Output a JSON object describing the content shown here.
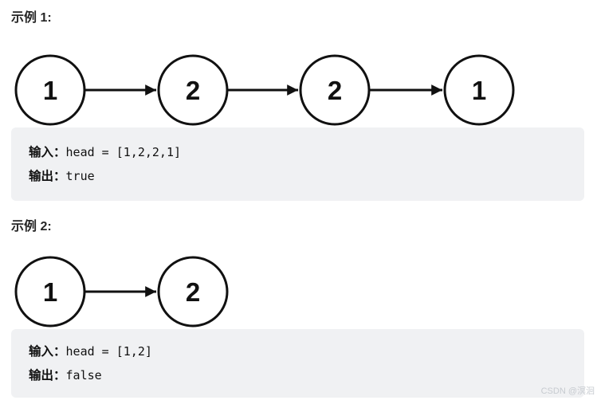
{
  "examples": [
    {
      "title": "示例 1:",
      "diagram": {
        "type": "linked-list",
        "direction": "left-to-right"
      },
      "nodes": [
        "1",
        "2",
        "2",
        "1"
      ],
      "io": {
        "input_label": "输入：",
        "input_value": "head = [1,2,2,1]",
        "output_label": "输出：",
        "output_value": "true"
      }
    },
    {
      "title": "示例 2:",
      "diagram": {
        "type": "linked-list",
        "direction": "left-to-right"
      },
      "nodes": [
        "1",
        "2"
      ],
      "io": {
        "input_label": "输入：",
        "input_value": "head = [1,2]",
        "output_label": "输出：",
        "output_value": "false"
      }
    }
  ],
  "watermark": "CSDN @溟洄",
  "colors": {
    "background": "#ffffff",
    "node_stroke": "#111111",
    "node_fill": "#ffffff",
    "node_text": "#111111",
    "heading_text": "#262626",
    "code_block_bg": "#f0f1f3",
    "code_text": "#111111",
    "watermark_text": "#c7cbd0"
  }
}
